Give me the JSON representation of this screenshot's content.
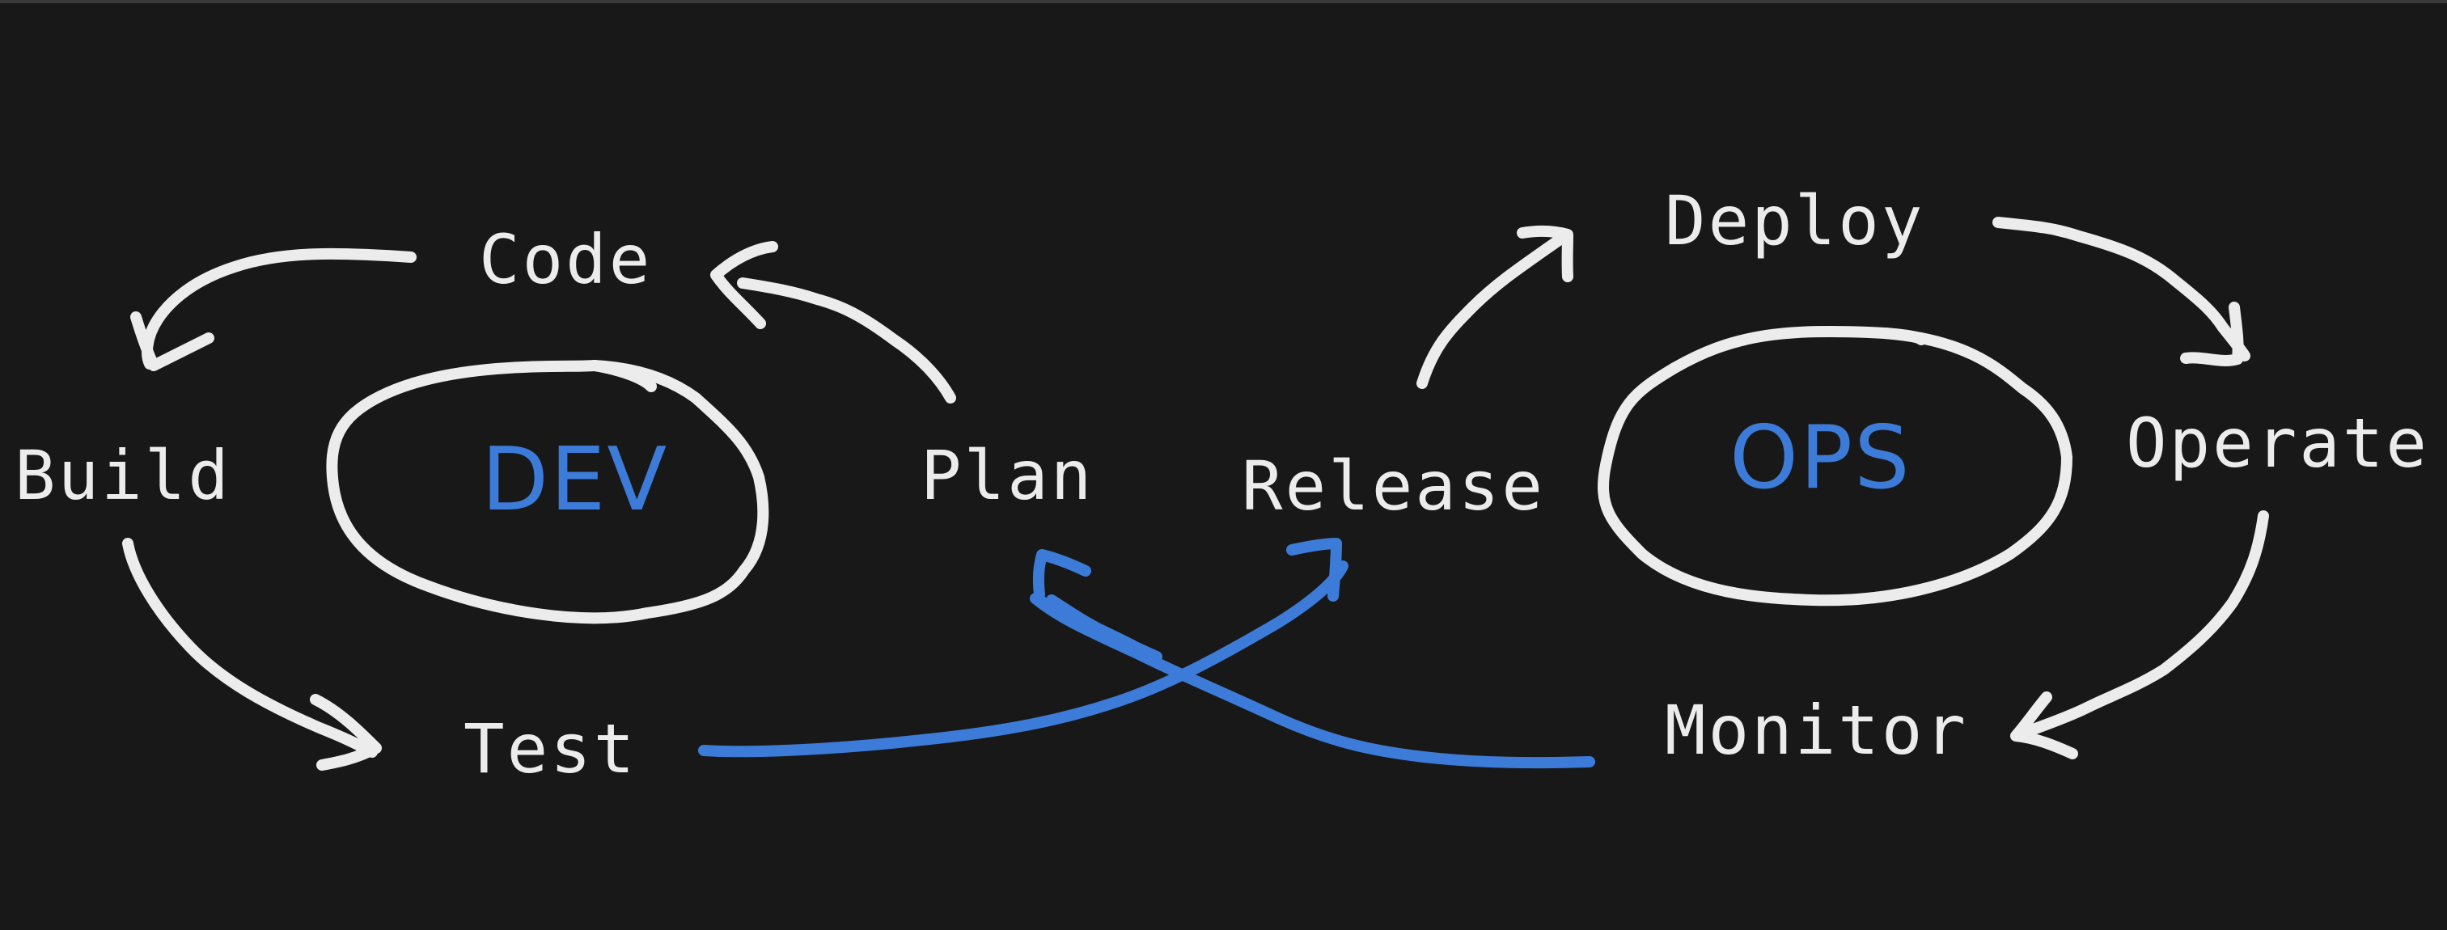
{
  "diagram": {
    "stages": {
      "code": "Code",
      "build": "Build",
      "test": "Test",
      "plan": "Plan",
      "release": "Release",
      "deploy": "Deploy",
      "operate": "Operate",
      "monitor": "Monitor"
    },
    "hubs": {
      "dev": "DEV",
      "ops": "OPS"
    }
  },
  "colors": {
    "background": "#181818",
    "stroke": "#ececec",
    "accent": "#3d7bd9"
  }
}
